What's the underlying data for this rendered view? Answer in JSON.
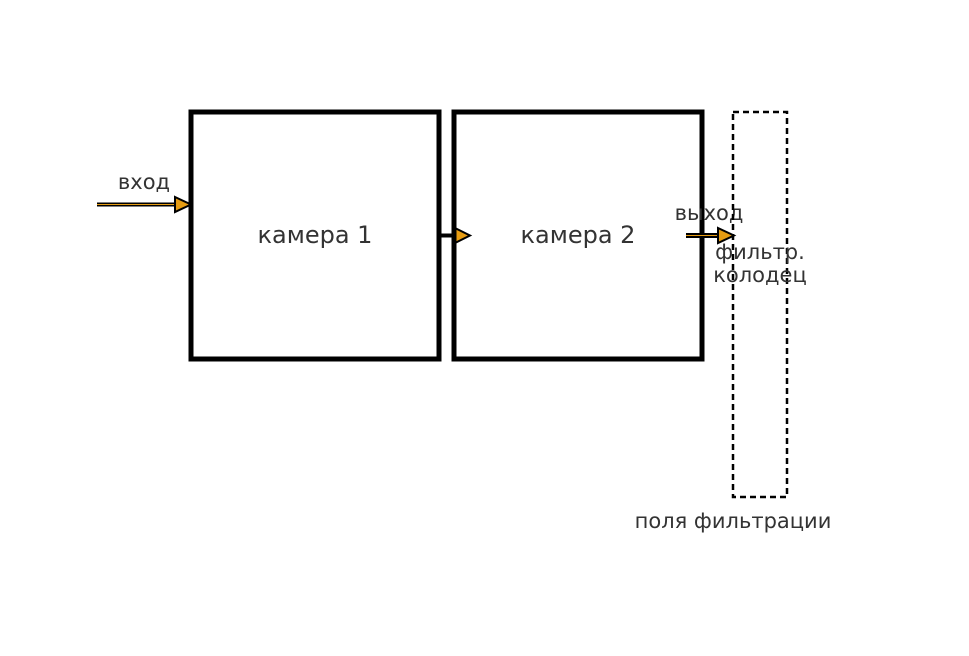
{
  "labels": {
    "input": "вход",
    "chamber1": "камера 1",
    "chamber2": "камера 2",
    "output": "выход",
    "filter_well_line1": "фильтр.",
    "filter_well_line2": "колодец",
    "filtration_fields": "поля фильтрации"
  },
  "colors": {
    "stroke": "#000000",
    "arrow_fill": "#e69c12",
    "text": "#333333",
    "background": "#ffffff"
  }
}
